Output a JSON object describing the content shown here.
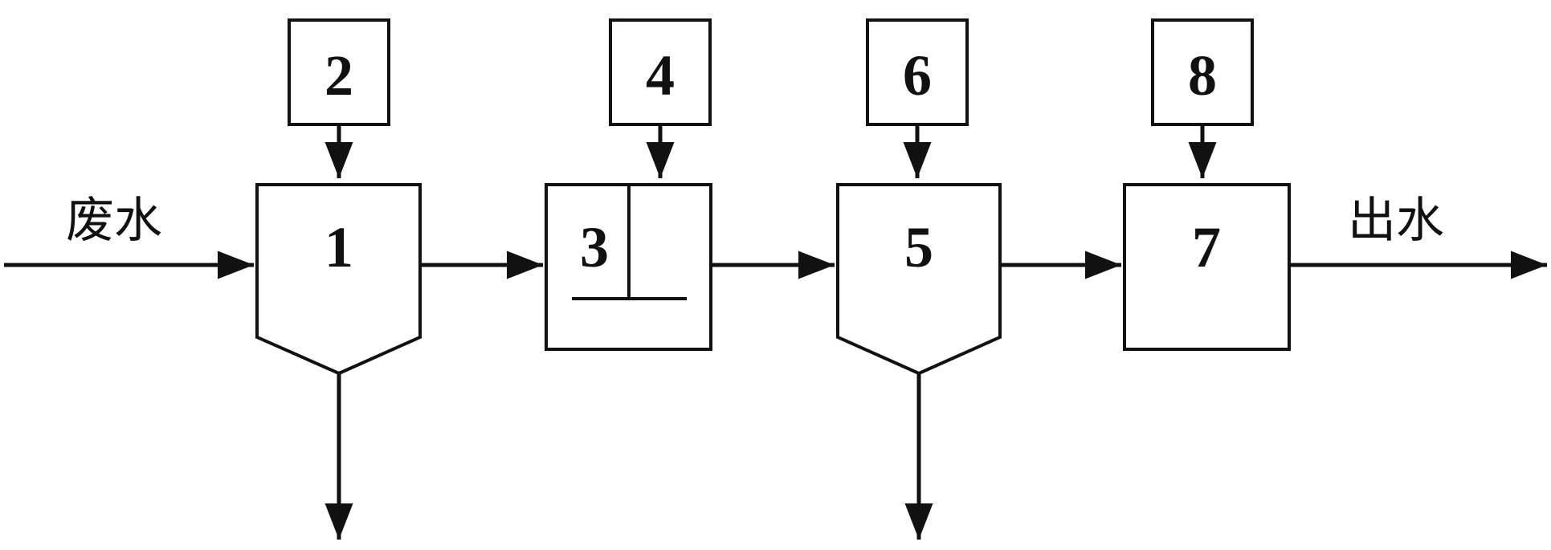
{
  "nodes": {
    "n1": "1",
    "n2": "2",
    "n3": "3",
    "n4": "4",
    "n5": "5",
    "n6": "6",
    "n7": "7",
    "n8": "8"
  },
  "labels": {
    "inlet": "废水",
    "outlet": "出水"
  },
  "colors": {
    "stroke": "#111111",
    "background": "#ffffff"
  }
}
